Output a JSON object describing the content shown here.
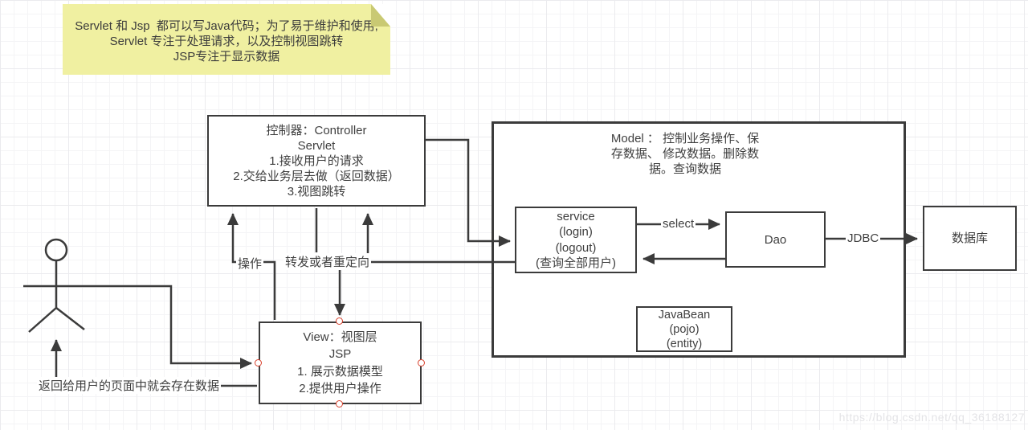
{
  "note": {
    "lines": [
      "Servlet 和 Jsp  都可以写Java代码；为了易于维护和使用;",
      "Servlet 专注于处理请求，以及控制视图跳转",
      "JSP专注于显示数据"
    ]
  },
  "controller": {
    "lines": [
      "控制器：Controller",
      "Servlet",
      "1.接收用户的请求",
      "2.交给业务层去做（返回数据）",
      "3.视图跳转"
    ]
  },
  "model": {
    "lines": [
      "Model ： 控制业务操作、保",
      "存数据、 修改数据。删除数",
      "据。查询数据"
    ]
  },
  "service": {
    "lines": [
      "service",
      "(login)",
      "(logout)",
      "(查询全部用户)"
    ]
  },
  "dao": {
    "label": "Dao"
  },
  "database": {
    "label": "数据库"
  },
  "javabean": {
    "lines": [
      "JavaBean",
      "(pojo)",
      "(entity)"
    ]
  },
  "view": {
    "lines": [
      "View：视图层",
      "JSP",
      "1. 展示数据模型",
      "2.提供用户操作"
    ]
  },
  "labels": {
    "operate": "操作",
    "forward": "转发或者重定向",
    "select": "select",
    "jdbc": "JDBC",
    "return_user": "返回给用户的页面中就会存在数据"
  },
  "watermark": "https://blog.csdn.net/qq_36188127",
  "colors": {
    "stroke": "#3b3b3b",
    "note_bg": "#f0f0a1",
    "note_fold": "#c9c973",
    "handle_border": "#d8402c"
  }
}
